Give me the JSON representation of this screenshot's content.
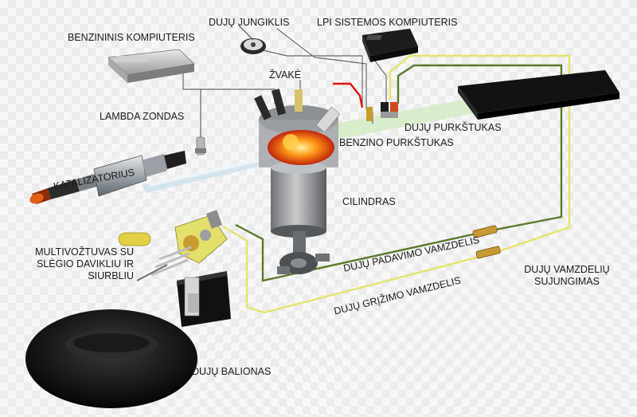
{
  "labels": {
    "duju_jungiklis": "DUJŲ JUNGIKLIS",
    "lpi_kompiuteris": "LPI SISTEMOS KOMPIUTERIS",
    "benzininis_kompiuteris": "BENZININIS KOMPIUTERIS",
    "zvake": "ŽVAKĖ",
    "lambda_zondas": "LAMBDA ZONDAS",
    "duju_purkstukas": "DUJŲ PURKŠTUKAS",
    "benzino_purkstukas": "BENZINO PURKŠTUKAS",
    "katalizatorius": "KATALIZATORIUS",
    "cilindras": "CILINDRAS",
    "multivoztuvas_line1": "MULTIVOŽTUVAS SU",
    "multivoztuvas_line2": "SLĖGIO DAVIKLIU IR",
    "multivoztuvas_line3": "SIURBLIU",
    "duju_padavimo_vamzdelis": "DUJŲ PADAVIMO VAMZDELIS",
    "duju_grizimo_vamzdelis": "DUJŲ GRĮŽIMO VAMZDELIS",
    "duju_vamzdeliu_sujungimas_line1": "DUJŲ VAMZDELIŲ",
    "duju_vamzdeliu_sujungimas_line2": "SUJUNGIMAS",
    "duju_balionas": "DUJŲ BALIONAS"
  },
  "colors": {
    "supply_line": "#5a7a2a",
    "return_line": "#e4e46a",
    "exhaust_pipe": "#cfe3ee",
    "fuel_rail": "#d4ecc6",
    "flame": "#ff7a1a",
    "wire": "#444444"
  }
}
